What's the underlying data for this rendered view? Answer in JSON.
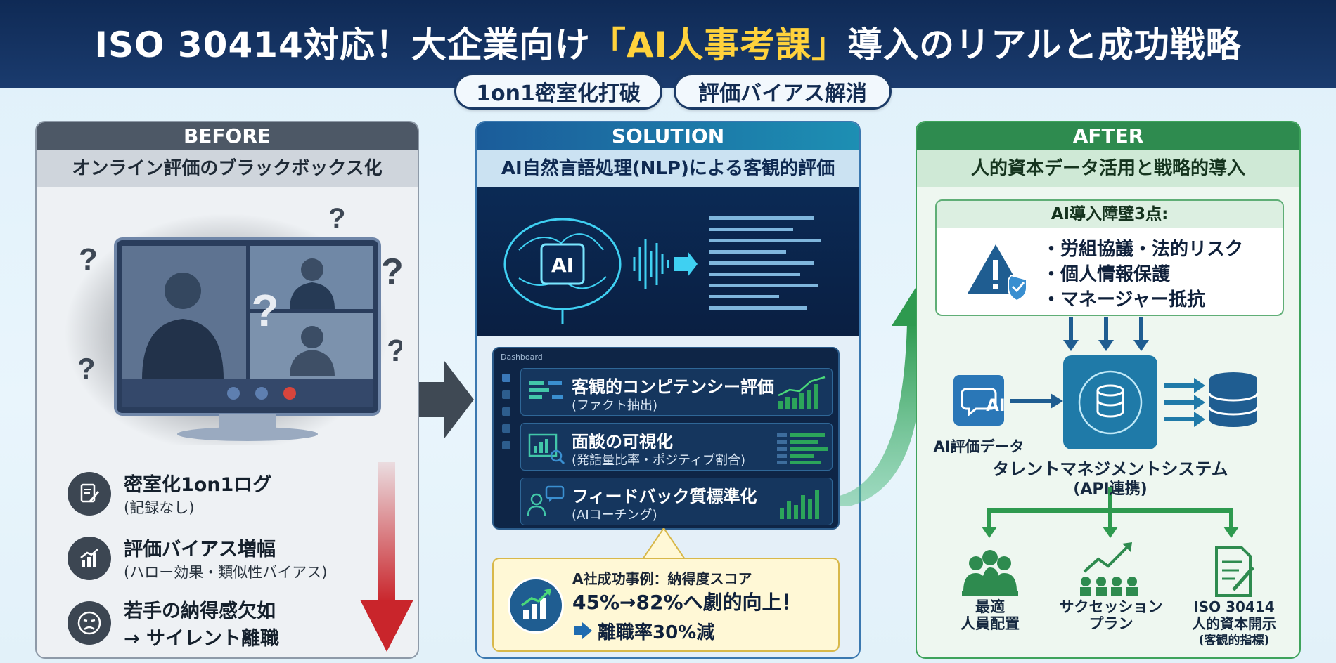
{
  "header": {
    "title_pre": "ISO 30414対応！大企業向け",
    "title_hl": "「AI人事考課」",
    "title_post": "導入のリアルと成功戦略"
  },
  "pills": [
    "1on1密室化打破",
    "評価バイアス解消"
  ],
  "before": {
    "header": "BEFORE",
    "subtitle": "オンライン評価のブラックボックス化",
    "items": [
      {
        "title": "密室化1on1ログ",
        "sub": "(記録なし)",
        "icon": "document-pen-icon"
      },
      {
        "title": "評価バイアス増幅",
        "sub": "(ハロー効果・類似性バイアス)",
        "icon": "bar-chart-up-icon"
      },
      {
        "title": "若手の納得感欠如",
        "sub": "→ サイレント離職",
        "icon": "sad-face-icon"
      }
    ]
  },
  "solution": {
    "header": "SOLUTION",
    "subtitle": "AI自然言語処理(NLP)による客観的評価",
    "brain_label": "AI",
    "dashboard_title": "Dashboard",
    "rows": [
      {
        "title": "客観的コンピテンシー評価",
        "sub": "(ファクト抽出)"
      },
      {
        "title": "面談の可視化",
        "sub": "(発話量比率・ポジティブ割合)"
      },
      {
        "title": "フィードバック質標準化",
        "sub": "(AIコーチング)"
      }
    ],
    "case": {
      "label": "A社成功事例：納得度スコア",
      "main": "45%→82%へ劇的向上！",
      "sub": "離職率30%減"
    }
  },
  "after": {
    "header": "AFTER",
    "subtitle": "人的資本データ活用と戦略的導入",
    "barrier_title": "AI導入障壁3点:",
    "barriers": [
      "・労組協議・法的リスク",
      "・個人情報保護",
      "・マネージャー抵抗"
    ],
    "ai_label": "AI",
    "ai_data_label": "AI評価データ",
    "system_label": "タレントマネジメントシステム",
    "system_sub": "(API連携)",
    "outcomes": [
      {
        "line1": "最適",
        "line2": "人員配置",
        "line3": ""
      },
      {
        "line1": "サクセッション",
        "line2": "プラン",
        "line3": ""
      },
      {
        "line1": "ISO 30414",
        "line2": "人的資本開示",
        "line3": "(客観的指標)"
      }
    ]
  },
  "colors": {
    "navy": "#0f2a55",
    "highlight": "#ffd23c",
    "before_dark": "#4d5866",
    "solution_blue": "#1b5c9a",
    "after_green": "#2e8b4f",
    "down_arrow_red": "#c9252b"
  }
}
